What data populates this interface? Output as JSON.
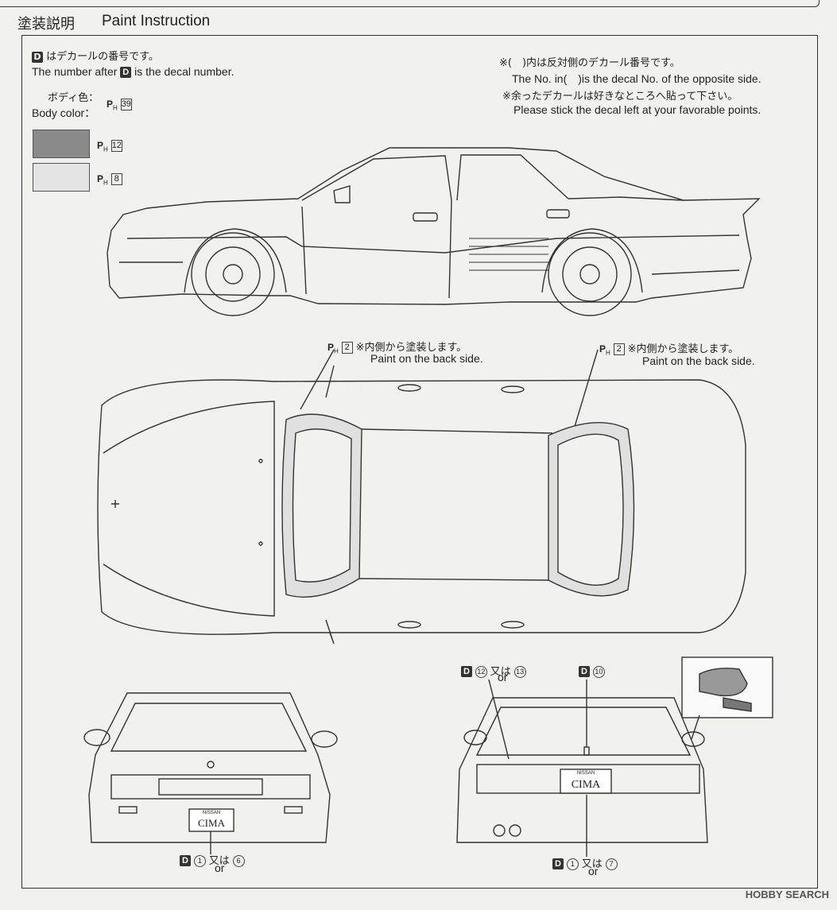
{
  "header": {
    "title_jp": "塗装説明",
    "title_en": "Paint Instruction"
  },
  "legend": {
    "decal_jp": "はデカールの番号です。",
    "decal_en_pre": "The number after",
    "decal_en_post": "is the decal number.",
    "d_mark": "D",
    "opposite_jp": "※(　)内は反対側のデカール番号です。",
    "opposite_en": "The No. in(　)is the decal No. of the opposite side.",
    "leftover_jp": "※余ったデカールは好きなところへ貼って下さい。",
    "leftover_en": "Please stick the decal left at your favorable points."
  },
  "colors": {
    "body_label_jp": "ボディ色：",
    "body_label_en": "Body color：",
    "body_code": "39",
    "dark_code": "12",
    "light_code": "8",
    "dark_hex": "#8a8a8a",
    "light_hex": "#e4e4e4",
    "ph_main": "P",
    "ph_sub": "H"
  },
  "callouts": {
    "back_jp": "※内側から塗装します。",
    "back_en": "Paint on the back side.",
    "back_code": "2",
    "rear_top_a": "12",
    "rear_top_b": "13",
    "rear_top_mid": "10",
    "or_jp": "又は",
    "or_en": "or",
    "front_a": "1",
    "front_b": "6",
    "rear_a": "1",
    "rear_b": "7"
  },
  "plates": {
    "brand": "NISSAN",
    "model": "CIMA"
  },
  "watermark": "HOBBY SEARCH"
}
